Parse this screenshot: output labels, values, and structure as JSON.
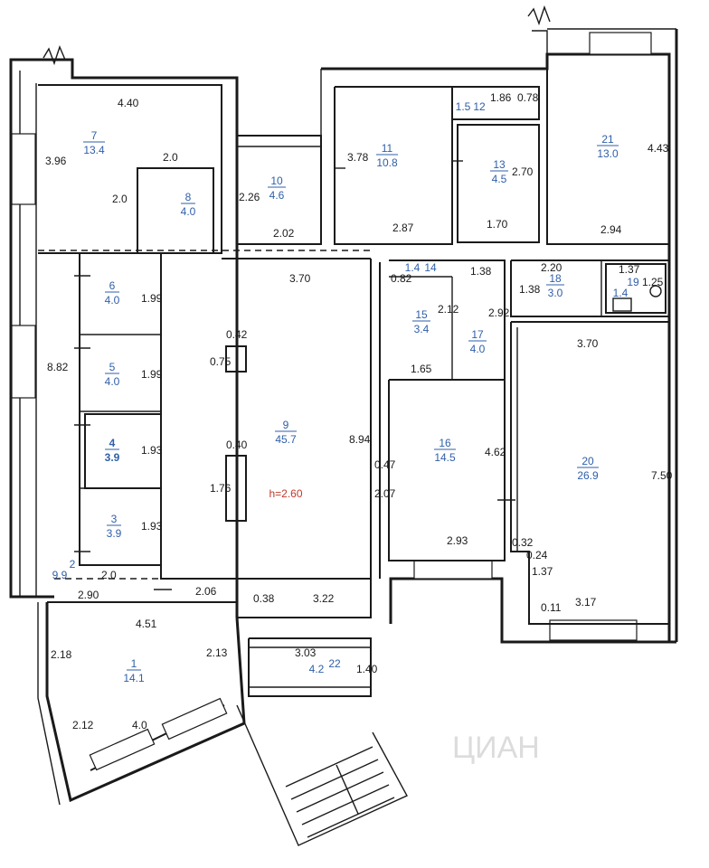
{
  "rooms": [
    {
      "number": "1",
      "area": "14.1"
    },
    {
      "number": "2",
      "area": "9.9"
    },
    {
      "number": "3",
      "area": "3.9"
    },
    {
      "number": "4",
      "area": "3.9"
    },
    {
      "number": "5",
      "area": "4.0"
    },
    {
      "number": "6",
      "area": "4.0"
    },
    {
      "number": "7",
      "area": "13.4"
    },
    {
      "number": "8",
      "area": "4.0"
    },
    {
      "number": "9",
      "area": "45.7"
    },
    {
      "number": "10",
      "area": "4.6"
    },
    {
      "number": "11",
      "area": "10.8"
    },
    {
      "number": "12",
      "area": "1.5"
    },
    {
      "number": "13",
      "area": "4.5"
    },
    {
      "number": "14",
      "area": "1.4"
    },
    {
      "number": "15",
      "area": "3.4"
    },
    {
      "number": "16",
      "area": "14.5"
    },
    {
      "number": "17",
      "area": "4.0"
    },
    {
      "number": "18",
      "area": "3.0"
    },
    {
      "number": "19",
      "area": "1.4"
    },
    {
      "number": "20",
      "area": "26.9"
    },
    {
      "number": "21",
      "area": "13.0"
    },
    {
      "number": "22",
      "area": "4.2"
    }
  ],
  "dims": [
    "4.40",
    "3.96",
    "2.0",
    "2.0",
    "2.26",
    "2.02",
    "3.78",
    "2.87",
    "1.86",
    "0.78",
    "2.70",
    "1.70",
    "4.43",
    "2.94",
    "3.70",
    "1.99",
    "1.99",
    "1.93",
    "1.93",
    "8.82",
    "0.42",
    "0.75",
    "0.40",
    "1.76",
    "8.94",
    "0.82",
    "1.38",
    "2.12",
    "2.92",
    "1.65",
    "2.20",
    "1.37",
    "1.25",
    "1.38",
    "3.70",
    "7.50",
    "0.47",
    "2.07",
    "4.62",
    "2.93",
    "0.32",
    "0.24",
    "1.37",
    "0.11",
    "3.17",
    "2.0",
    "2.90",
    "2.06",
    "0.38",
    "3.22",
    "4.51",
    "2.18",
    "2.13",
    "2.12",
    "4.0",
    "3.03",
    "1.40"
  ],
  "ceiling_height": "h=2.60",
  "watermark": "ЦИАН"
}
